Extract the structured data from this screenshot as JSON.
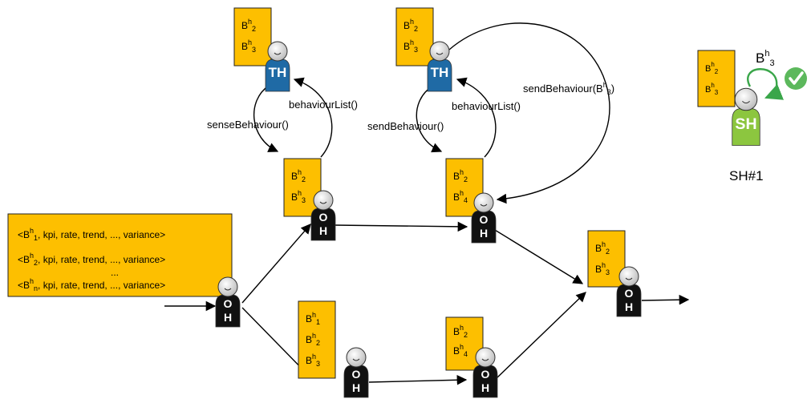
{
  "colors": {
    "card_fill": "#fdbf00",
    "card_stroke": "#222222",
    "oh_body": "#111111",
    "th_body": "#1f6aa5",
    "sh_body": "#8cc63f",
    "check_green": "#5cb85c",
    "sh_arrow": "#3aa64a",
    "highlight_red": "#d21f1f"
  },
  "input_list": {
    "rows": [
      {
        "sup": "h",
        "sub": "1",
        "rest": ", kpi, rate, trend, ..., variance>"
      },
      {
        "sup": "h",
        "sub": "2",
        "rest": ", kpi, rate, trend, ..., variance>"
      },
      {
        "sup": "h",
        "sub": "n",
        "rest": ", kpi, rate, trend, ..., variance>"
      }
    ],
    "ellipsis": "..."
  },
  "agents": {
    "oh_letters": [
      "O",
      "H"
    ],
    "th_letters": "TH",
    "sh_letters": "SH"
  },
  "cards": {
    "th1": [
      {
        "sub": "2"
      },
      {
        "sub": "3"
      }
    ],
    "th2": [
      {
        "sub": "2"
      },
      {
        "sub": "3"
      }
    ],
    "oh_top1": [
      {
        "sub": "2"
      },
      {
        "sub": "3"
      }
    ],
    "oh_top2": [
      {
        "sub": "2"
      },
      {
        "sub": "4"
      }
    ],
    "oh_bot1": [
      {
        "sub": "1"
      },
      {
        "sub": "2"
      },
      {
        "sub": "3"
      }
    ],
    "oh_bot2": [
      {
        "sub": "2"
      },
      {
        "sub": "4"
      }
    ],
    "oh_final": [
      {
        "sub": "2"
      },
      {
        "sub": "3"
      }
    ],
    "sh": [
      {
        "sub": "2"
      },
      {
        "sub": "3",
        "red": true
      }
    ]
  },
  "labels": {
    "sense_behaviour": "senseBehaviour()",
    "behaviour_list_1": "behaviourList()",
    "send_behaviour": "sendBehaviour()",
    "behaviour_list_2": "behaviourList()",
    "send_behaviour_b3_prefix": "sendBehaviour(B",
    "send_behaviour_b3_sup": "h",
    "send_behaviour_b3_sub": "3",
    "send_behaviour_b3_suffix": ")",
    "sh_name": "SH#1",
    "sh_behaviour_sup": "h",
    "sh_behaviour_sub": "3"
  },
  "letter_B": "B",
  "letter_input_B": "<B",
  "card_sup": "h"
}
